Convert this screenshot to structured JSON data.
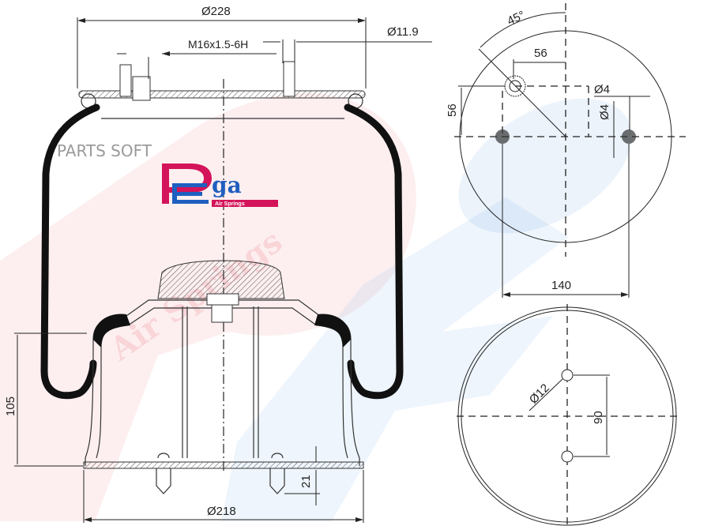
{
  "watermark": {
    "brand": "Pega",
    "tagline": "Air Springs",
    "parts_soft": "PARTS SOFT",
    "colors": {
      "red": "#e23040",
      "blue": "#2a7fd4",
      "logo_magenta": "#d4145a",
      "logo_blue": "#1f5fbf"
    }
  },
  "logo": {
    "letter_p": "P",
    "letter_e": "E",
    "letters_ga": "ga",
    "tagline": "Air Springs"
  },
  "side_view": {
    "top_diameter": "Ø228",
    "thread": "M16x1.5-6H",
    "stud_diameter": "Ø11.9",
    "height_105": "105",
    "base_thickness": "21",
    "bottom_diameter": "Ø218"
  },
  "top_view": {
    "angle": "45°",
    "offset_x": "56",
    "offset_y": "56",
    "hole_dia_1": "Ø4",
    "hole_dia_2": "Ø4",
    "stud_spacing": "140"
  },
  "bottom_view": {
    "hole_dia": "Ø12",
    "hole_spacing": "90"
  }
}
